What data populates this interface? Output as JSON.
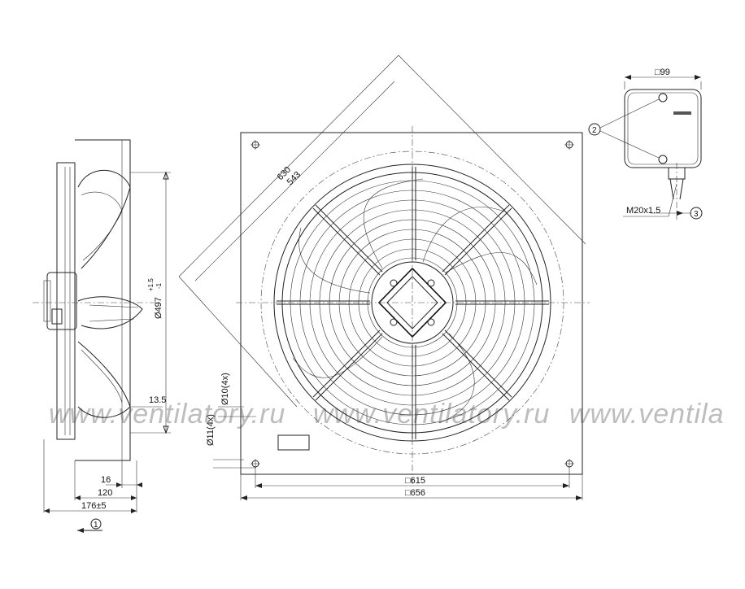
{
  "watermark": {
    "text": "www.ventilatory.ru",
    "text_clipped": "www.ventila"
  },
  "side_view": {
    "dim_diameter": "Ø497",
    "dim_diameter_tol_upper": "+1.5",
    "dim_diameter_tol_lower": "-1",
    "dim_inset": "13.5",
    "dim_16": "16",
    "dim_120": "120",
    "dim_176": "176±5",
    "callout_1": "1"
  },
  "front_view": {
    "dim_630": "630",
    "dim_543": "543",
    "dim_hole_10": "Ø10(4x)",
    "dim_hole_11": "Ø11(4x)",
    "dim_615": "□615",
    "dim_656": "□656"
  },
  "terminal_box": {
    "dim_99": "□99",
    "callout_2": "2",
    "callout_3": "3",
    "cable_gland": "M20x1.5"
  }
}
